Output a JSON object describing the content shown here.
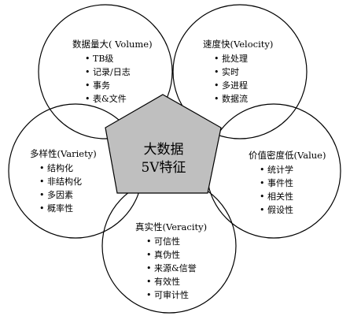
{
  "center": {
    "line1": "大数据",
    "line2": "5V特征"
  },
  "volume": {
    "title": "数据量大( Volume)",
    "items": [
      "TB级",
      "记录/日志",
      "事务",
      "表&文件"
    ]
  },
  "velocity": {
    "title": "速度快(Velocity)",
    "items": [
      "批处理",
      "实时",
      "多进程",
      "数据流"
    ]
  },
  "variety": {
    "title": "多样性(Variety)",
    "items": [
      "结构化",
      "非结构化",
      "多因素",
      "概率性"
    ]
  },
  "value": {
    "title": "价值密度低(Value)",
    "items": [
      "统计学",
      "事件性",
      "相关性",
      "假设性"
    ]
  },
  "veracity": {
    "title": "真实性(Veracity)",
    "items": [
      "可信性",
      "真伪性",
      "来源&信誉",
      "有效性",
      "可审计性"
    ]
  },
  "bullet": "•",
  "colors": {
    "pentagon_fill": "#bfbfbf",
    "stroke": "#000000",
    "background": "#ffffff"
  }
}
